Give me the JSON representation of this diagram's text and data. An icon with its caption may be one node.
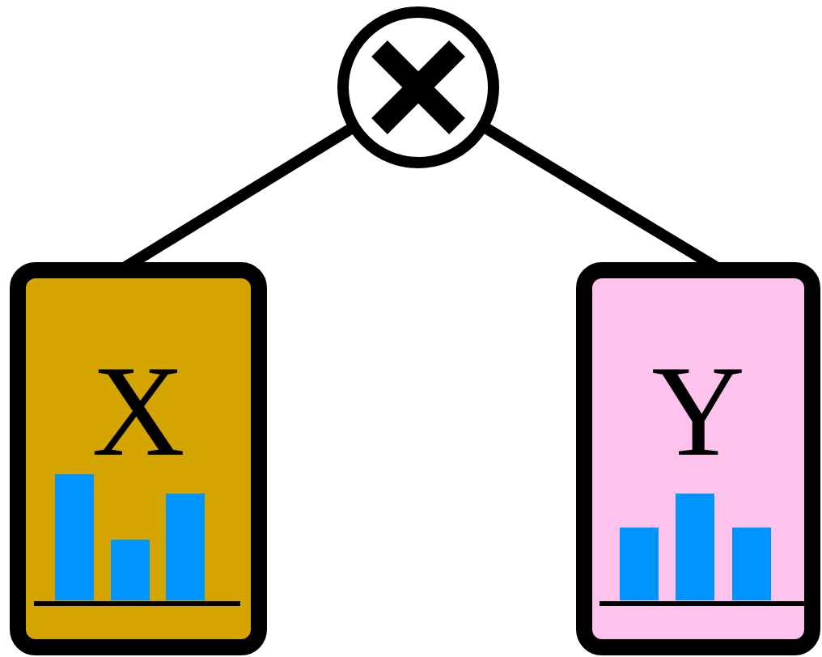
{
  "diagram": {
    "nodes": [
      {
        "text": [],
        "shape": "circle"
      },
      {
        "text": [
          "X"
        ]
      },
      {
        "text": [
          "Y"
        ]
      }
    ],
    "edges": [
      {
        "from": 0,
        "to": 1,
        "arrow": "none"
      },
      {
        "from": 0,
        "to": 2,
        "arrow": "none"
      }
    ]
  }
}
